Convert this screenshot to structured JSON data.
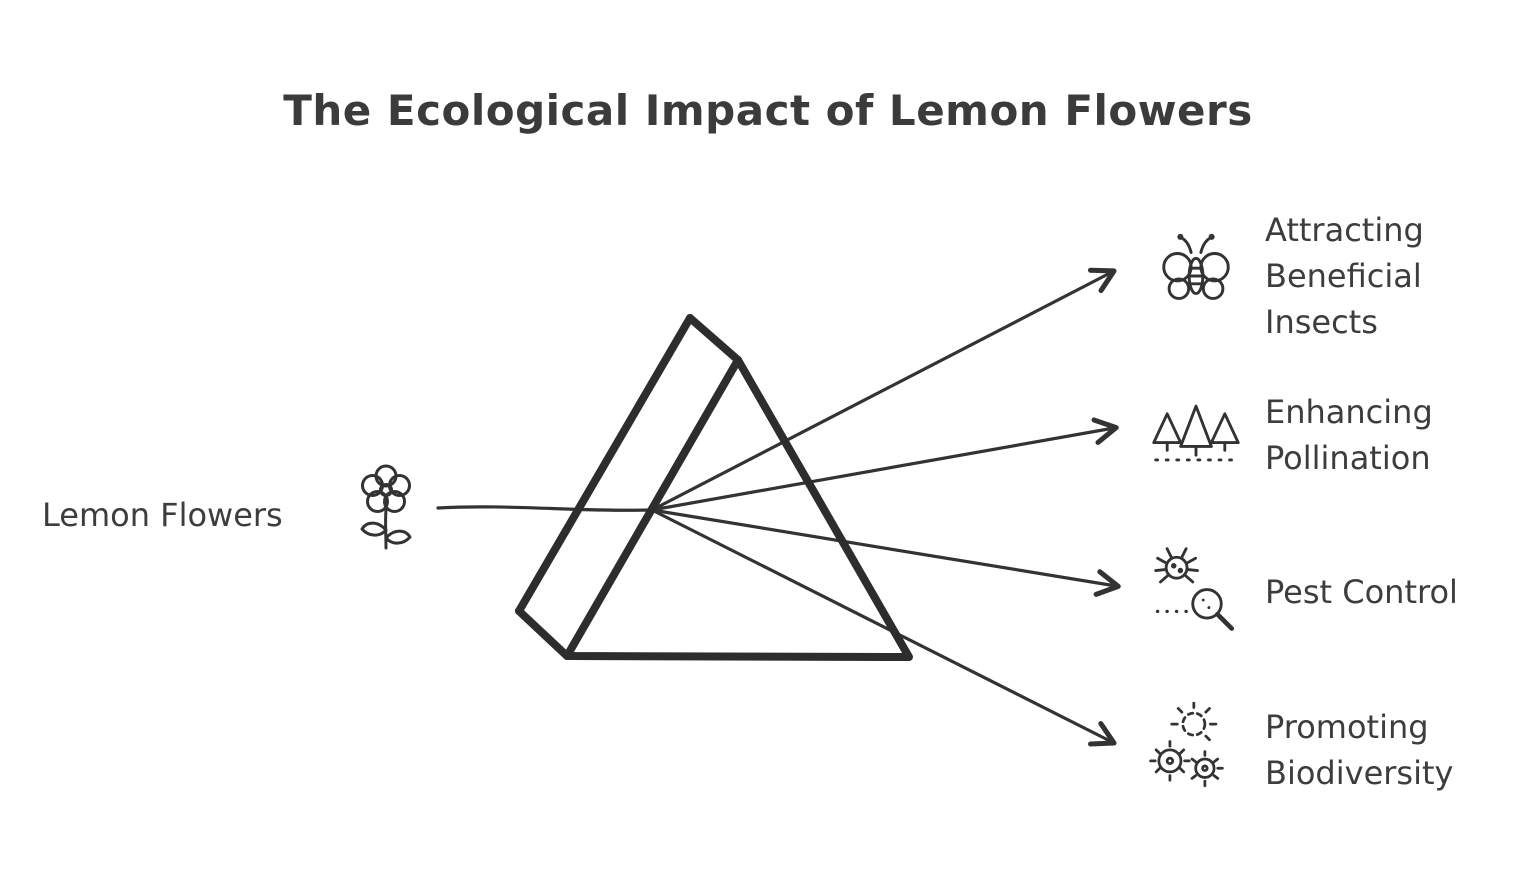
{
  "title": "The Ecological Impact of Lemon Flowers",
  "source": {
    "label": "Lemon Flowers",
    "icon": "flower-icon"
  },
  "items": [
    {
      "label": "Attracting Beneficial Insects",
      "icon": "butterfly-icon"
    },
    {
      "label": "Enhancing Pollination",
      "icon": "pine-trees-icon"
    },
    {
      "label": "Pest Control",
      "icon": "bug-magnifier-icon"
    },
    {
      "label": "Promoting Biodiversity",
      "icon": "microbes-sun-icon"
    }
  ],
  "colors": {
    "ink": "#333333",
    "prism_ink": "#2d2d2d",
    "background": "#ffffff"
  }
}
